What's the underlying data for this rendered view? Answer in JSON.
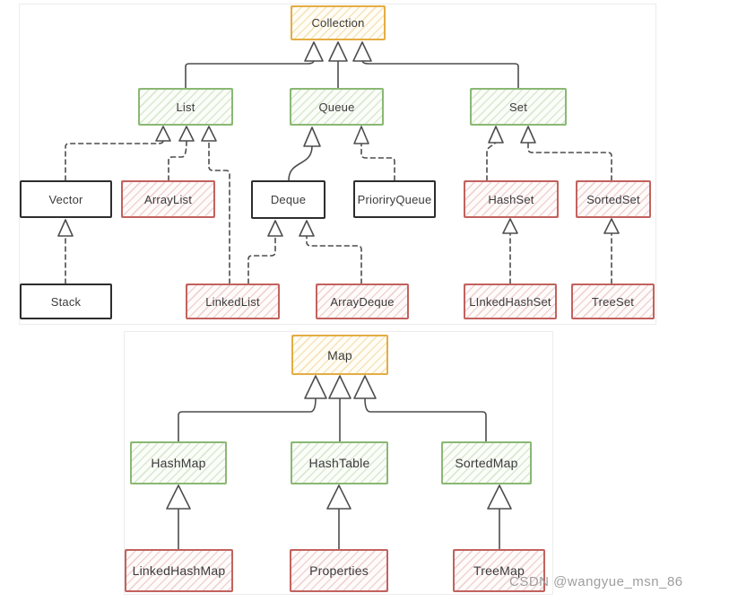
{
  "watermark": "CSDN @wangyue_msn_86",
  "colors": {
    "interface_root": "#e4ad42",
    "interface_sub": "#8ab873",
    "implementation": "#c2625e",
    "legacy_class_border": "#2d2d2d",
    "edge_line": "#4d4d4d"
  },
  "nodes": {
    "collection": {
      "label": "Collection"
    },
    "list": {
      "label": "List"
    },
    "queue": {
      "label": "Queue"
    },
    "set": {
      "label": "Set"
    },
    "vector": {
      "label": "Vector"
    },
    "arraylist": {
      "label": "ArrayList"
    },
    "deque": {
      "label": "Deque"
    },
    "priorityqueue": {
      "label": "PrioriryQueue"
    },
    "hashset": {
      "label": "HashSet"
    },
    "sortedset": {
      "label": "SortedSet"
    },
    "stack": {
      "label": "Stack"
    },
    "linkedlist": {
      "label": "LinkedList"
    },
    "arraydeque": {
      "label": "ArrayDeque"
    },
    "linkedhashset": {
      "label": "LInkedHashSet"
    },
    "treeset": {
      "label": "TreeSet"
    },
    "map": {
      "label": "Map"
    },
    "hashmap": {
      "label": "HashMap"
    },
    "hashtable": {
      "label": "HashTable"
    },
    "sortedmap": {
      "label": "SortedMap"
    },
    "linkedhashmap": {
      "label": "LinkedHashMap"
    },
    "properties": {
      "label": "Properties"
    },
    "treemap": {
      "label": "TreeMap"
    }
  }
}
